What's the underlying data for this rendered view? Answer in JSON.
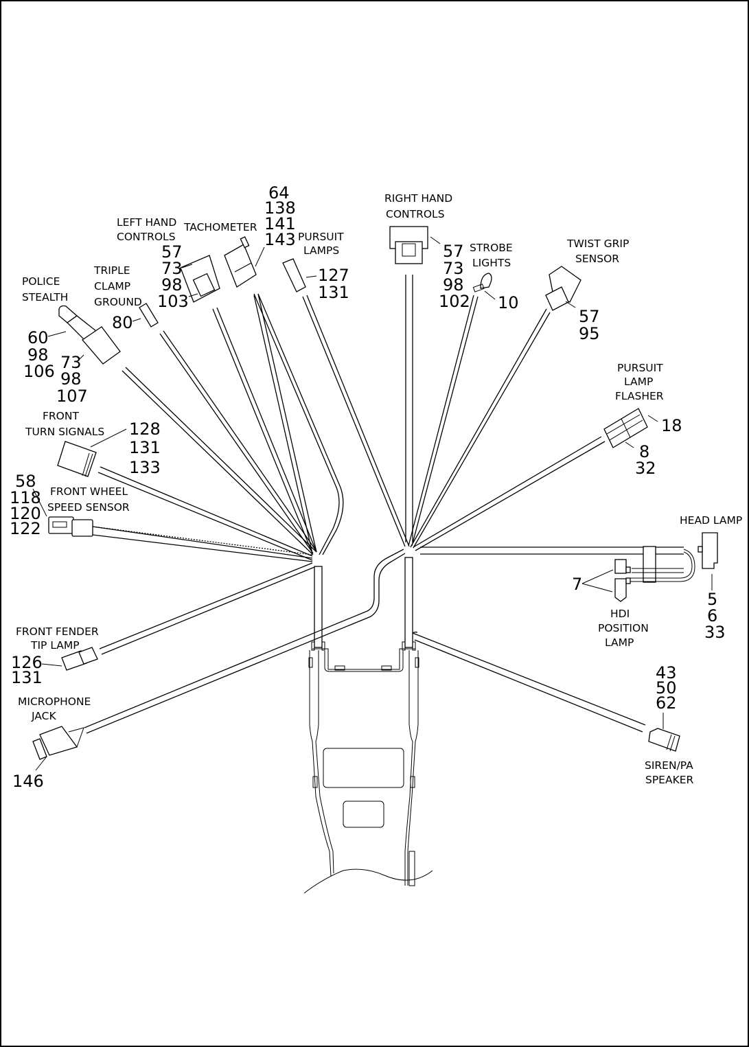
{
  "diagram": {
    "title": "Front wiring harness - police",
    "components": [
      {
        "id": "police-stealth",
        "label": [
          "POLICE",
          "STEALTH"
        ],
        "callouts": [
          [
            "60",
            "98",
            "106"
          ],
          [
            "73",
            "98",
            "107"
          ]
        ]
      },
      {
        "id": "triple-clamp-ground",
        "label": [
          "TRIPLE",
          "CLAMP",
          "GROUND"
        ],
        "callouts": [
          [
            "80"
          ]
        ]
      },
      {
        "id": "left-hand-controls",
        "label": [
          "LEFT HAND",
          "CONTROLS"
        ],
        "callouts": [
          [
            "57",
            "73",
            "98",
            "103"
          ]
        ]
      },
      {
        "id": "tachometer",
        "label": [
          "TACHOMETER"
        ],
        "callouts": [
          [
            "64",
            "138",
            "141",
            "143"
          ]
        ]
      },
      {
        "id": "pursuit-lamps",
        "label": [
          "PURSUIT",
          "LAMPS"
        ],
        "callouts": [
          [
            "127",
            "131"
          ]
        ]
      },
      {
        "id": "right-hand-controls",
        "label": [
          "RIGHT HAND",
          "CONTROLS"
        ],
        "callouts": [
          [
            "57",
            "73",
            "98",
            "102"
          ]
        ]
      },
      {
        "id": "strobe-lights",
        "label": [
          "STROBE",
          "LIGHTS"
        ],
        "callouts": [
          [
            "10"
          ]
        ]
      },
      {
        "id": "twist-grip-sensor",
        "label": [
          "TWIST GRIP",
          "SENSOR"
        ],
        "callouts": [
          [
            "57",
            "95"
          ]
        ]
      },
      {
        "id": "pursuit-lamp-flasher",
        "label": [
          "PURSUIT",
          "LAMP",
          "FLASHER"
        ],
        "callouts": [
          [
            "18"
          ],
          [
            "8",
            "32"
          ]
        ]
      },
      {
        "id": "front-turn-signals",
        "label": [
          "FRONT",
          "TURN SIGNALS"
        ],
        "callouts": [
          [
            "128",
            "131",
            "133"
          ]
        ]
      },
      {
        "id": "front-wheel-speed-sensor",
        "label": [
          "FRONT WHEEL",
          "SPEED SENSOR"
        ],
        "callouts": [
          [
            "58",
            "118",
            "120",
            "122"
          ]
        ]
      },
      {
        "id": "head-lamp",
        "label": [
          "HEAD LAMP"
        ],
        "callouts": [
          [
            "5",
            "6",
            "33"
          ]
        ]
      },
      {
        "id": "hdi-position-lamp",
        "label": [
          "HDI",
          "POSITION",
          "LAMP"
        ],
        "callouts": [
          [
            "7"
          ]
        ]
      },
      {
        "id": "front-fender-tip-lamp",
        "label": [
          "FRONT FENDER",
          "TIP LAMP"
        ],
        "callouts": [
          [
            "126",
            "131"
          ]
        ]
      },
      {
        "id": "microphone-jack",
        "label": [
          "MICROPHONE",
          "JACK"
        ],
        "callouts": [
          [
            "146"
          ]
        ]
      },
      {
        "id": "siren-pa-speaker",
        "label": [
          "SIREN/PA",
          "SPEAKER"
        ],
        "callouts": [
          [
            "43",
            "50",
            "62"
          ]
        ]
      }
    ]
  }
}
